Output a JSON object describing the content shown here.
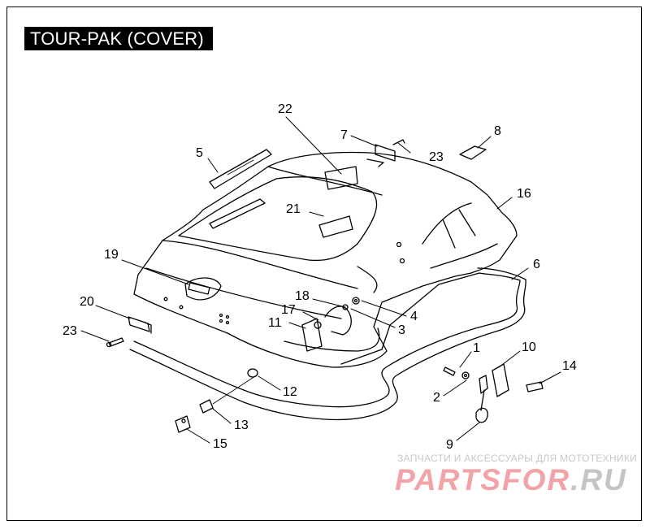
{
  "title": "TOUR-PAK (COVER)",
  "callouts": [
    {
      "id": "c1",
      "label": "1"
    },
    {
      "id": "c2",
      "label": "2"
    },
    {
      "id": "c3",
      "label": "3"
    },
    {
      "id": "c4",
      "label": "4"
    },
    {
      "id": "c5",
      "label": "5"
    },
    {
      "id": "c6",
      "label": "6"
    },
    {
      "id": "c7",
      "label": "7"
    },
    {
      "id": "c8",
      "label": "8"
    },
    {
      "id": "c9",
      "label": "9"
    },
    {
      "id": "c10",
      "label": "10"
    },
    {
      "id": "c11",
      "label": "11"
    },
    {
      "id": "c12",
      "label": "12"
    },
    {
      "id": "c13",
      "label": "13"
    },
    {
      "id": "c14",
      "label": "14"
    },
    {
      "id": "c15",
      "label": "15"
    },
    {
      "id": "c16",
      "label": "16"
    },
    {
      "id": "c17",
      "label": "17"
    },
    {
      "id": "c18",
      "label": "18"
    },
    {
      "id": "c19",
      "label": "19"
    },
    {
      "id": "c20",
      "label": "20"
    },
    {
      "id": "c21",
      "label": "21"
    },
    {
      "id": "c22",
      "label": "22"
    },
    {
      "id": "c23a",
      "label": "23"
    },
    {
      "id": "c23b",
      "label": "23"
    }
  ],
  "watermark": {
    "tagline": "ЗАПЧАСТИ И АКСЕССУАРЫ ДЛЯ МОТОТЕХНИКИ",
    "logo_main": "PARTSFOR",
    "logo_tld": ".RU"
  },
  "colors": {
    "line": "#000000",
    "watermark_logo": "#f1a3a8",
    "watermark_text": "#c8c8c8"
  }
}
